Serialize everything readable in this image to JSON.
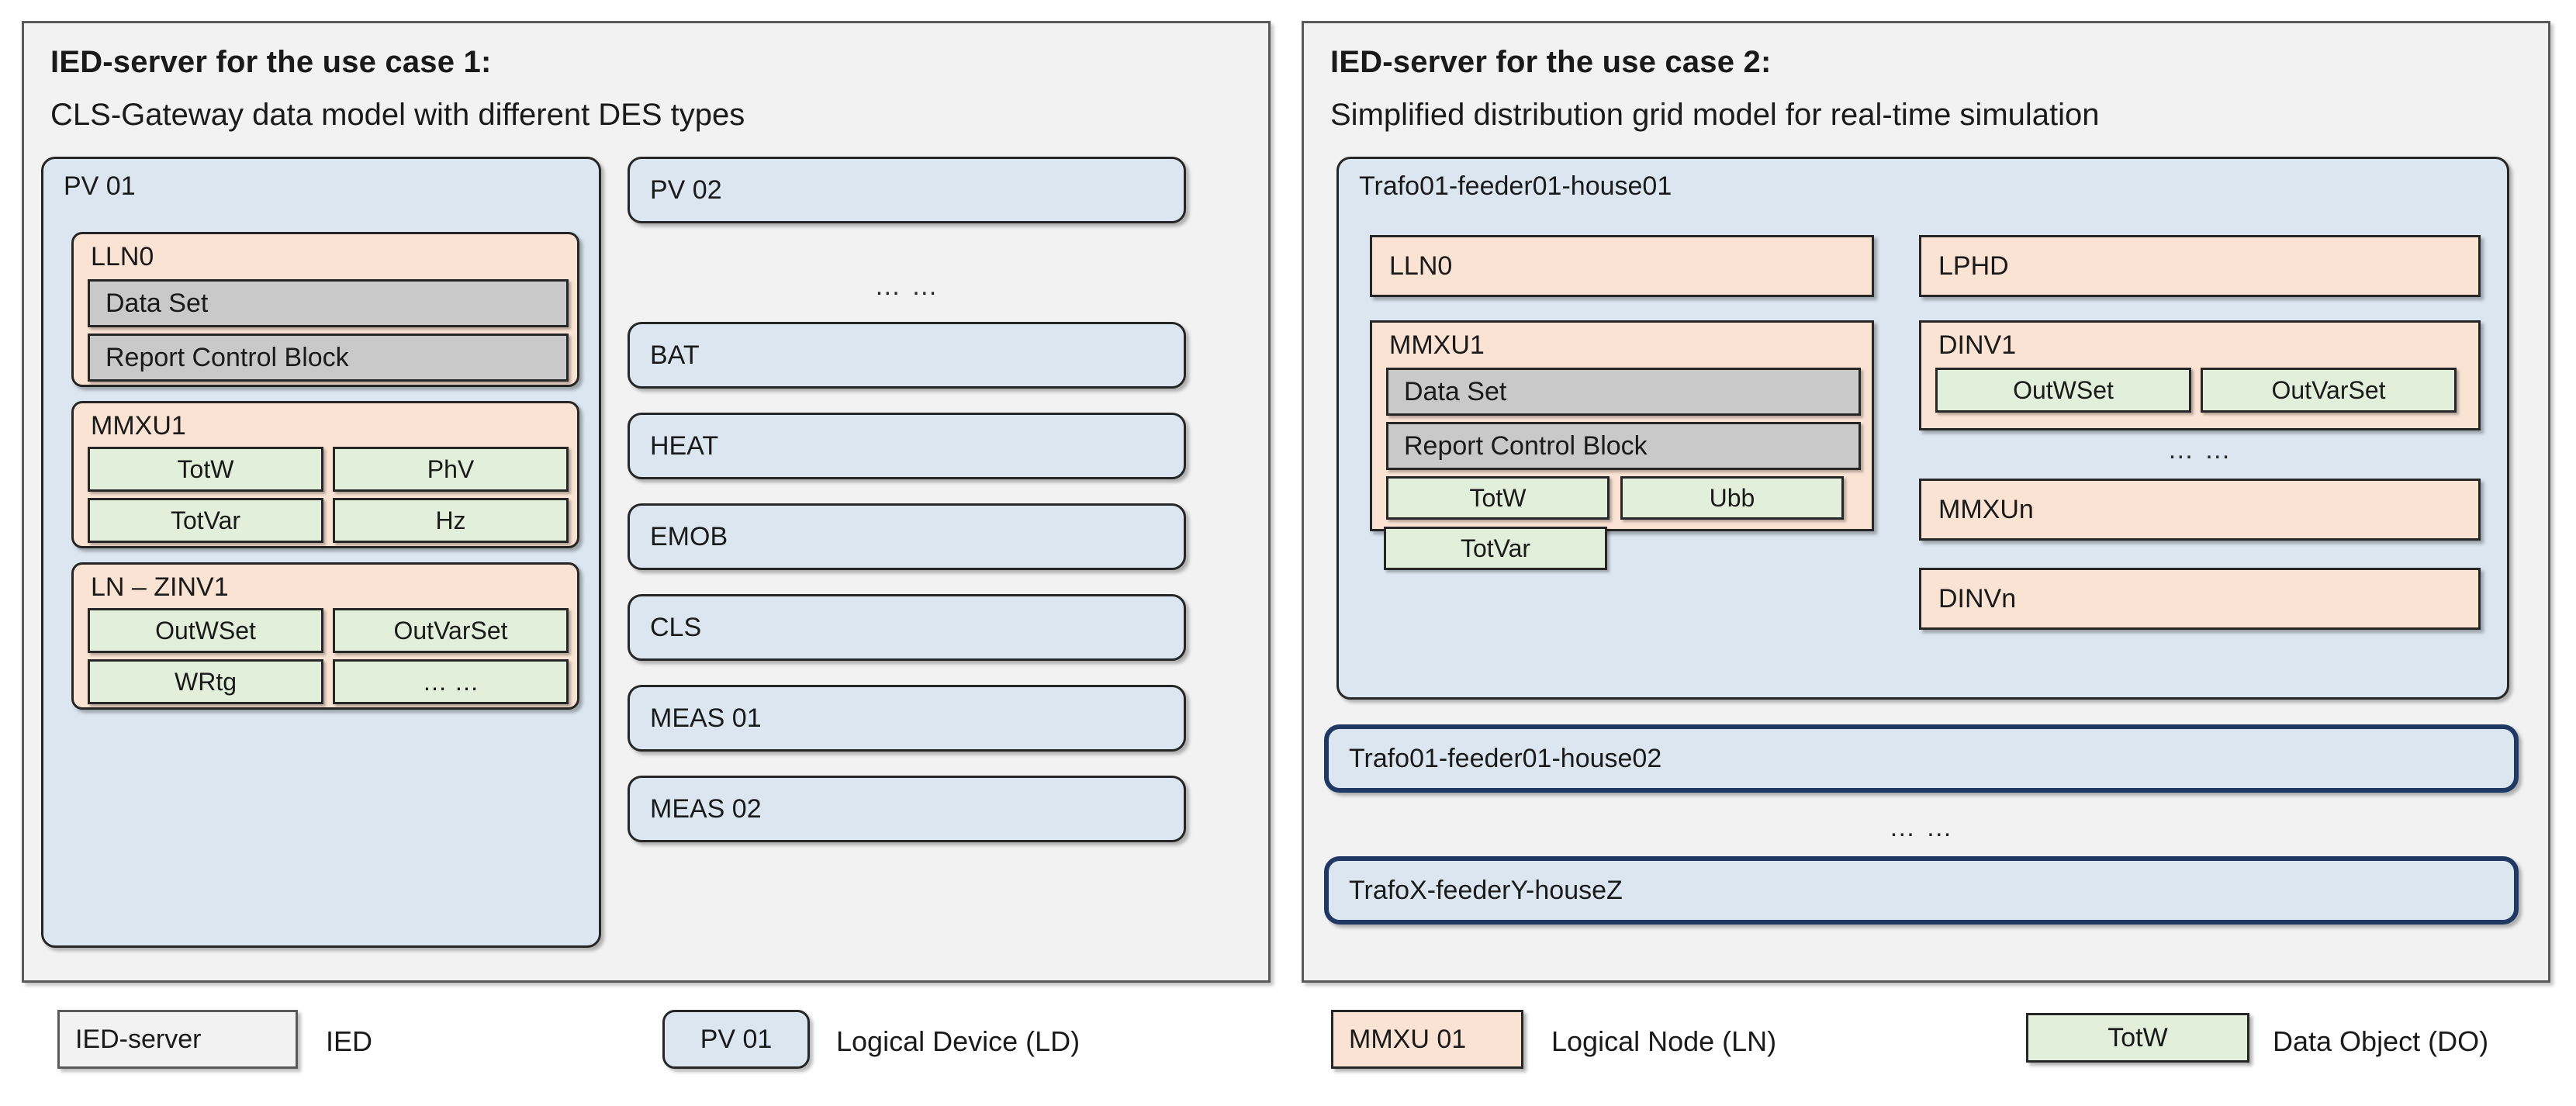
{
  "panels": [
    {
      "title": "IED-server for the use case 1:",
      "subtitle": "CLS-Gateway data model with different DES types",
      "ld_main": {
        "label": "PV 01",
        "lns": [
          {
            "label": "LLN0",
            "datasets": [
              "Data Set",
              "Report Control Block"
            ],
            "dos": []
          },
          {
            "label": "MMXU1",
            "datasets": [],
            "dos": [
              "TotW",
              "PhV",
              "TotVar",
              "Hz"
            ]
          },
          {
            "label": "LN – ZINV1",
            "datasets": [],
            "dos": [
              "OutWSet",
              "OutVarSet",
              "WRtg",
              "… …"
            ]
          }
        ]
      },
      "ld_list_top": [
        "PV 02"
      ],
      "ld_list_ellipsis": "… …",
      "ld_list_bottom": [
        "BAT",
        "HEAT",
        "EMOB",
        "CLS",
        "MEAS 01",
        "MEAS 02"
      ]
    },
    {
      "title": "IED-server for  the use case 2:",
      "subtitle": "Simplified distribution grid model for real-time simulation",
      "ld_main": {
        "label": "Trafo01-feeder01-house01",
        "left_col": {
          "lln0": "LLN0",
          "mmxu1": {
            "label": "MMXU1",
            "datasets": [
              "Data Set",
              "Report Control Block"
            ],
            "dos": [
              "TotW",
              "Ubb",
              "TotVar"
            ]
          }
        },
        "right_col": {
          "lphd": "LPHD",
          "dinv1": {
            "label": "DINV1",
            "dos": [
              "OutWSet",
              "OutVarSet"
            ]
          },
          "ellipsis": "… …",
          "mmxun": "MMXUn",
          "dinvn": "DINVn"
        }
      },
      "ld_extra": [
        "Trafo01-feeder01-house02"
      ],
      "ld_extra_ellipsis": "… …",
      "ld_extra_last": [
        "TrafoX-feederY-houseZ"
      ]
    }
  ],
  "legend": [
    {
      "swatch": "IED-server",
      "text": "IED",
      "kind": "ied"
    },
    {
      "swatch": "PV 01",
      "text": "Logical Device (LD)",
      "kind": "ld"
    },
    {
      "swatch": "MMXU 01",
      "text": "Logical Node (LN)",
      "kind": "ln"
    },
    {
      "swatch": "TotW",
      "text": "Data Object (DO)",
      "kind": "do"
    }
  ],
  "colors": {
    "ied_fill": "#F2F2F2",
    "ied_border": "#595959",
    "ld_fill": "#DCE6F1",
    "ld_border": "#262626",
    "ld_border_strong": "#1F3864",
    "ln_fill": "#FBE3D4",
    "do_fill": "#E2EFDA",
    "dataset_fill": "#C9C9C9"
  }
}
